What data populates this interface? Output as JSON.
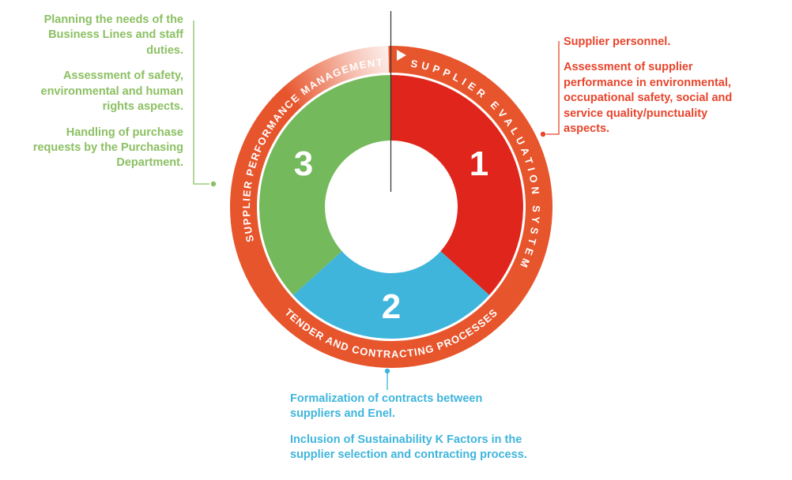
{
  "ring": {
    "color": "#e7552c",
    "label_evaluation": "SUPPLIER EVALUATION SYSTEM",
    "label_performance": "SUPPLIER PERFORMANCE MANAGEMENT",
    "label_tender": "TENDER AND CONTRACTING PROCESSES"
  },
  "segments": [
    {
      "number": "1",
      "color": "#e0261c"
    },
    {
      "number": "2",
      "color": "#3fb5dc"
    },
    {
      "number": "3",
      "color": "#74b95c"
    }
  ],
  "annotations": {
    "left": {
      "color": "#8cc063",
      "items": [
        "Planning the needs of the\nBusiness Lines and staff\nduties.",
        "Assessment of safety,\nenvironmental and human\nrights aspects.",
        "Handling of purchase\nrequests by the Purchasing\nDepartment."
      ]
    },
    "right": {
      "color": "#e8452c",
      "items": [
        "Supplier personnel.",
        "Assessment of supplier\nperformance in environmental,\noccupational safety, social and\nservice quality/punctuality\naspects."
      ]
    },
    "bottom": {
      "color": "#3fb5dc",
      "items": [
        "Formalization of contracts between\nsuppliers and Enel.",
        "Inclusion of Sustainability K Factors in the\nsupplier selection and contracting process."
      ]
    }
  }
}
